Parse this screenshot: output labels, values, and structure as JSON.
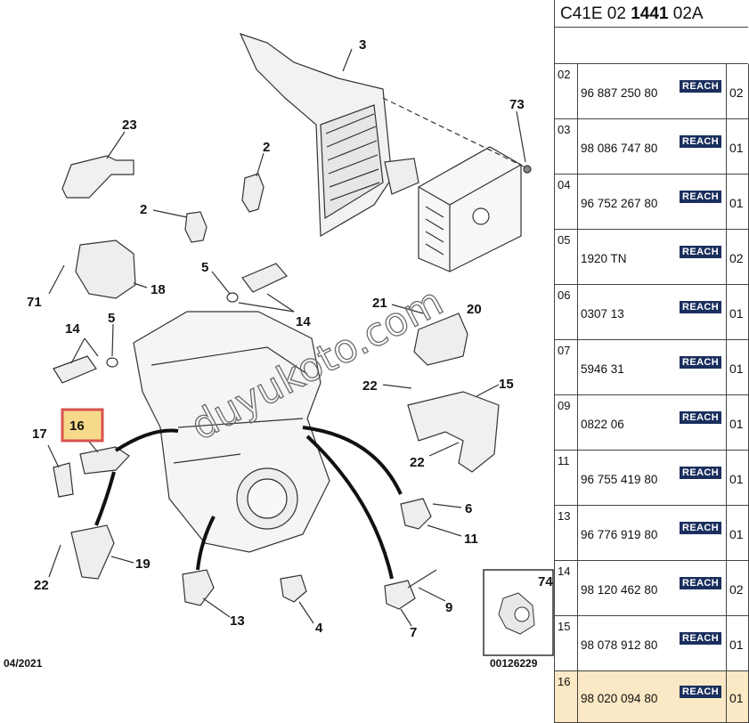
{
  "header": {
    "prefix": "C41E 02 ",
    "bold": "1441",
    "suffix": " 02A"
  },
  "watermark": "duyukoto.com",
  "footer": {
    "date": "04/2021",
    "code": "00126229"
  },
  "inset": {
    "label": "74"
  },
  "callouts": {
    "c3": "3",
    "c73": "73",
    "c23": "23",
    "c2a": "2",
    "c2b": "2",
    "c71": "71",
    "c18": "18",
    "c5a": "5",
    "c14a": "14",
    "c14b": "14",
    "c5b": "5",
    "c21": "21",
    "c20": "20",
    "c22a": "22",
    "c15": "15",
    "c22b": "22",
    "c16": "16",
    "c17": "17",
    "c6": "6",
    "c11": "11",
    "c22c": "22",
    "c19": "19",
    "c13": "13",
    "c4": "4",
    "c7": "7",
    "c9": "9"
  },
  "rows": [
    {
      "idx": "02",
      "ref": "96 887 250 80",
      "reach": "REACH",
      "qty": "02"
    },
    {
      "idx": "03",
      "ref": "98 086 747 80",
      "reach": "REACH",
      "qty": "01"
    },
    {
      "idx": "04",
      "ref": "96 752 267 80",
      "reach": "REACH",
      "qty": "01"
    },
    {
      "idx": "05",
      "ref": "1920 TN",
      "reach": "REACH",
      "qty": "02"
    },
    {
      "idx": "06",
      "ref": "0307 13",
      "reach": "REACH",
      "qty": "01"
    },
    {
      "idx": "07",
      "ref": "5946 31",
      "reach": "REACH",
      "qty": "01"
    },
    {
      "idx": "09",
      "ref": "0822 06",
      "reach": "REACH",
      "qty": "01"
    },
    {
      "idx": "11",
      "ref": "96 755 419 80",
      "reach": "REACH",
      "qty": "01"
    },
    {
      "idx": "13",
      "ref": "96 776 919 80",
      "reach": "REACH",
      "qty": "01"
    },
    {
      "idx": "14",
      "ref": "98 120 462 80",
      "reach": "REACH",
      "qty": "02"
    },
    {
      "idx": "15",
      "ref": "98 078 912 80",
      "reach": "REACH",
      "qty": "01"
    },
    {
      "idx": "16",
      "ref": "98 020 094 80",
      "reach": "REACH",
      "qty": "01"
    }
  ],
  "highlight_color": "#fbe8c4",
  "reach_color": "#1a2f5e",
  "callout_box_color": "#d9534f"
}
